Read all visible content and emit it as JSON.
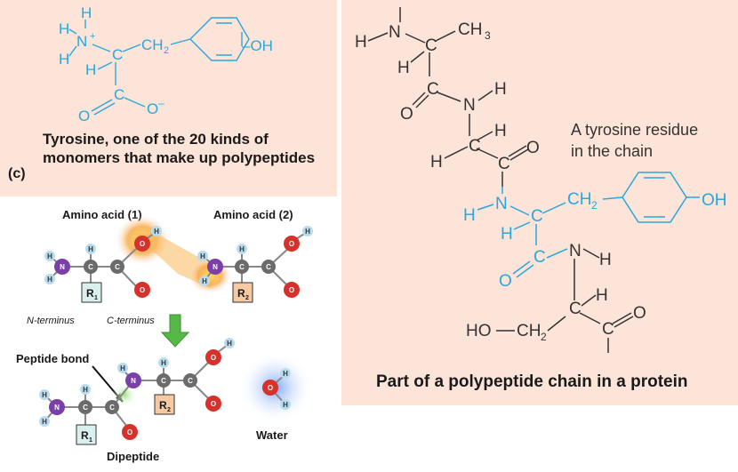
{
  "tyrosine_panel": {
    "caption_line1": "Tyrosine, one of the 20 kinds of",
    "caption_line2": "monomers that make up polypeptides",
    "atoms": {
      "H": "H",
      "N": "N",
      "plus": "+",
      "C": "C",
      "CH2": "CH",
      "sub2": "2",
      "OH": "–OH",
      "O": "O",
      "Ominus": "O",
      "minus": "–"
    }
  },
  "panel_label_c": "(c)",
  "chain_panel": {
    "caption": "Part of a polypeptide chain in a protein",
    "annotation_line1": "A tyrosine residue",
    "annotation_line2": "in the chain",
    "atoms": {
      "H": "H",
      "N": "N",
      "C": "C",
      "CH": "CH",
      "CH3": "CH",
      "sub3": "3",
      "CH2": "CH",
      "sub2": "2",
      "O": "O",
      "OH": "OH",
      "HO": "HO",
      "dash": "—"
    }
  },
  "condensation_panel": {
    "amino_acid_1_label": "Amino acid (1)",
    "amino_acid_2_label": "Amino acid (2)",
    "n_terminus_label": "N-terminus",
    "c_terminus_label": "C-terminus",
    "peptide_bond_label": "Peptide bond",
    "dipeptide_label": "Dipeptide",
    "water_label": "Water",
    "atoms": {
      "H": "H",
      "N": "N",
      "C": "C",
      "O": "O",
      "R": "R",
      "r1_sub": "1",
      "r2_sub": "2"
    }
  },
  "colors": {
    "structure_blue": "#2aa7dc",
    "panel_peach": "#fce4d9",
    "nitrogen_purple": "#7b3fa8",
    "oxygen_red": "#d6312b",
    "carbon_gray": "#6b6b6b",
    "hydrogen_lightblue": "#b8dcef",
    "r1_box": "#d9f0ee",
    "r2_box": "#f6c9a3",
    "arrow_green": "#56b947",
    "glow_orange": "#f7a640",
    "water_glow": "#6f9ff0"
  }
}
